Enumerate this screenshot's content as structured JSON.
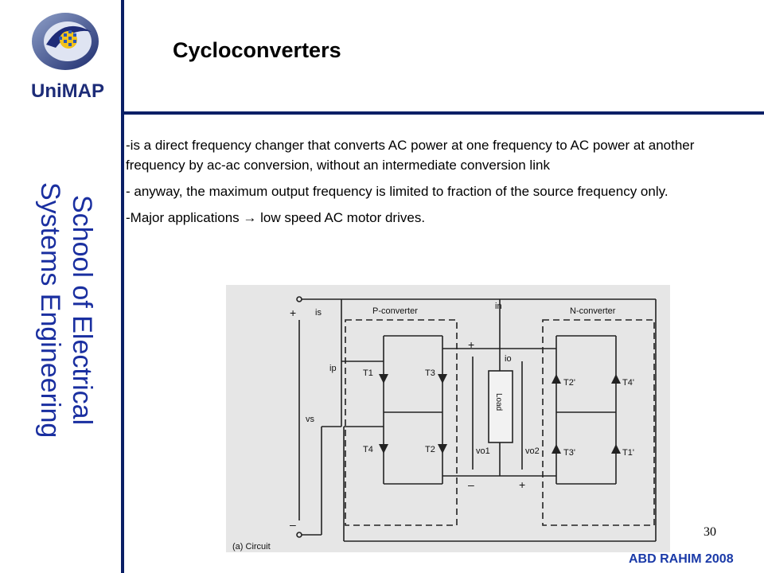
{
  "logo": {
    "text": "UniMAP"
  },
  "sidebar": {
    "title_line1": "School of Electrical",
    "title_line2": "Systems Engineering"
  },
  "slide": {
    "title": "Cycloconverters",
    "paragraphs": [
      "-is a direct frequency changer that converts AC power at one frequency to AC power at another frequency by ac-ac conversion, without an intermediate conversion link",
      "- anyway, the maximum output frequency is limited to fraction of the source frequency only.",
      "-Major applications → low speed AC motor drives."
    ]
  },
  "diagram": {
    "p_converter": "P-converter",
    "n_converter": "N-converter",
    "load": "Load",
    "caption": "(a) Circuit",
    "labels": {
      "is": "is",
      "ip": "ip",
      "in": "in",
      "io": "io",
      "vs": "vs",
      "vo1": "vo1",
      "vo2": "vo2",
      "t1": "T1",
      "t3": "T3",
      "t4": "T4",
      "t2": "T2",
      "t2p": "T2'",
      "t4p": "T4'",
      "t3p": "T3'",
      "t1p": "T1'",
      "plus": "+",
      "minus": "–"
    }
  },
  "footer": {
    "page_number": "30",
    "author": "ABD RAHIM 2008"
  },
  "colors": {
    "navy": "#0a1f66",
    "accent_blue": "#1a2fa0"
  }
}
